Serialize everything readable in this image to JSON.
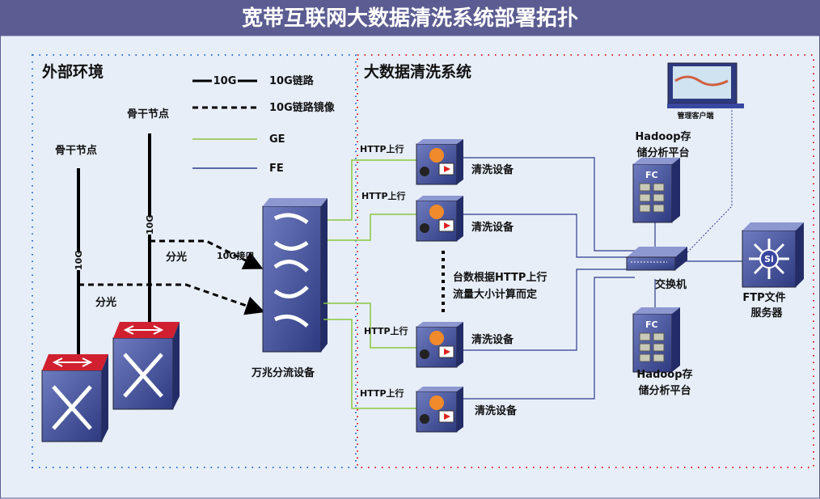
{
  "title": "宽带互联网大数据清洗系统部署拓扑",
  "sections": {
    "external": "外部环境",
    "system": "大数据清洗系统"
  },
  "legend": [
    {
      "sample_label": "10G",
      "label": "10G链路",
      "style": "solid-thick",
      "color": "#000000"
    },
    {
      "label": "10G链路镜像",
      "style": "dashed",
      "color": "#000000"
    },
    {
      "label": "GE",
      "style": "solid",
      "color": "#8cc63f"
    },
    {
      "label": "FE",
      "style": "solid",
      "color": "#2e3a8c"
    }
  ],
  "external": {
    "backbone_label": "骨干节点",
    "link_label": "10G",
    "split_label": "分光",
    "interface_label": "10G接口",
    "splitter_label": "万兆分流设备"
  },
  "system": {
    "uplink_label": "HTTP上行",
    "cleaner_label": "清洗设备",
    "note": [
      "台数根据HTTP上行",
      "流量大小计算而定"
    ],
    "switch_label": "交换机",
    "hadoop_label": [
      "Hadoop存",
      "储分析平台"
    ],
    "ftp_label": [
      "FTP文件",
      "服务器"
    ],
    "client_label": "管理客户端",
    "storage_badge": "FC",
    "ftp_badge": "Si"
  },
  "colors": {
    "header": "#5b5c91",
    "background": "#e7eef8",
    "ge": "#8cc63f",
    "fe": "#2e3a8c",
    "external_border": "#2a6fd1",
    "system_border": "#d9202a"
  }
}
